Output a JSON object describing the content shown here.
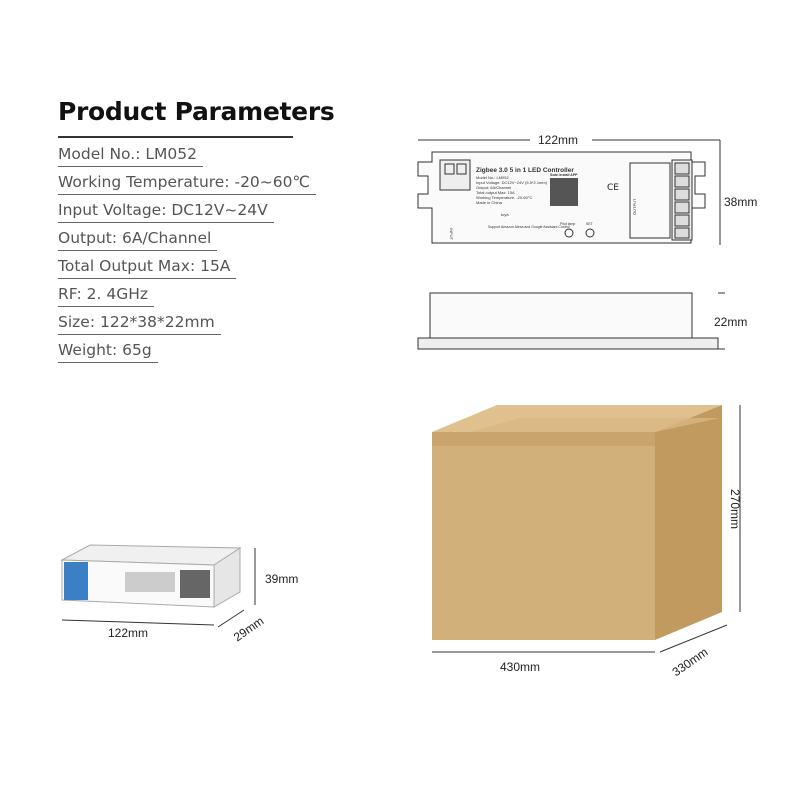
{
  "title": "Product Parameters",
  "parameters": [
    "Model No.: LM052",
    "Working Temperature: -20~60℃",
    "Input Voltage: DC12V~24V",
    "Output: 6A/Channel",
    "Total Output Max: 15A",
    "RF: 2. 4GHz",
    "Size: 122*38*22mm",
    "Weight: 65g"
  ],
  "controller_label": {
    "heading": "Zigbee 3.0  5 in 1 LED Controller",
    "lines": [
      "Model No.: LM052",
      "Input Voltage: DC12V~24V (5.5*2.1mm)",
      "Output: 6A/Channel",
      "Total output Max: 15A",
      "Working Temperature: -20-60°C",
      "Made in China"
    ],
    "app": "Scan install APP",
    "voice": "Support Amazon Alexa and Google Assistant Control",
    "pilot_lamp": "Pilot lamp",
    "set": "SET",
    "output": "OUTPUT",
    "input": "INPUT",
    "brand": "tuya"
  },
  "dimensions": {
    "controller_length": "122mm",
    "controller_width": "38mm",
    "controller_height": "22mm",
    "package_length": "122mm",
    "package_height": "39mm",
    "package_depth": "29mm",
    "carton_length": "430mm",
    "carton_depth": "330mm",
    "carton_height": "270mm"
  },
  "colors": {
    "carton": "#d2b07a",
    "carton_top": "#e0c08c",
    "carton_side": "#c19a60"
  }
}
